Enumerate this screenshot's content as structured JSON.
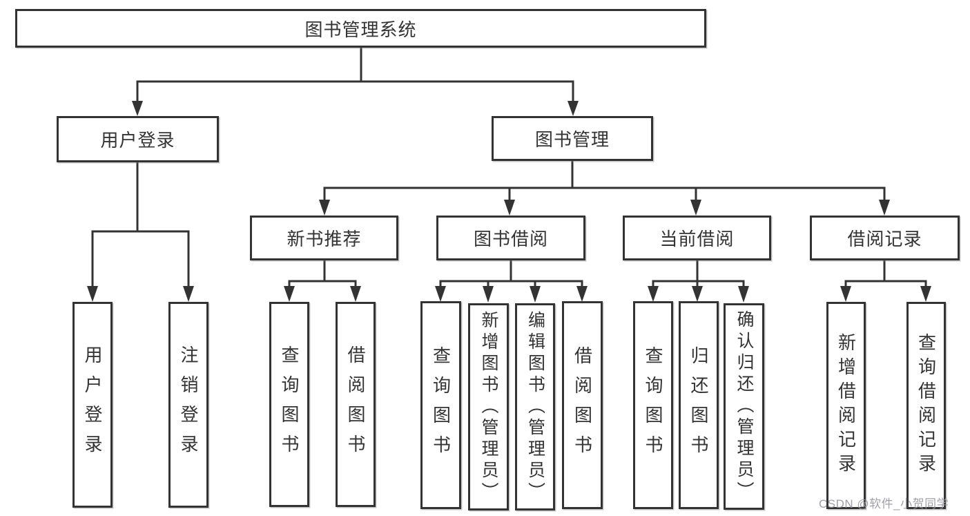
{
  "tree": {
    "root": {
      "label": "图书管理系统"
    },
    "branches": [
      {
        "label": "用户登录",
        "children": [
          {
            "label": "用户登录"
          },
          {
            "label": "注销登录"
          }
        ]
      },
      {
        "label": "图书管理",
        "children": [
          {
            "label": "新书推荐",
            "children": [
              {
                "label": "查询图书"
              },
              {
                "label": "借阅图书"
              }
            ]
          },
          {
            "label": "图书借阅",
            "children": [
              {
                "label": "查询图书"
              },
              {
                "label": "新增图书（管理员）"
              },
              {
                "label": "编辑图书（管理员）"
              },
              {
                "label": "借阅图书"
              }
            ]
          },
          {
            "label": "当前借阅",
            "children": [
              {
                "label": "查询图书"
              },
              {
                "label": "归还图书"
              },
              {
                "label": "确认归还（管理员）"
              }
            ]
          },
          {
            "label": "借阅记录",
            "children": [
              {
                "label": "新增借阅记录"
              },
              {
                "label": "查询借阅记录"
              }
            ]
          }
        ]
      }
    ]
  },
  "watermark": {
    "text": "CSDN @软件_小贺同学"
  },
  "colors": {
    "line": "#333333",
    "box_border": "#333333",
    "box_fill": "#ffffff",
    "text": "#333333",
    "watermark": "#9696a0",
    "background": "#ffffff"
  }
}
